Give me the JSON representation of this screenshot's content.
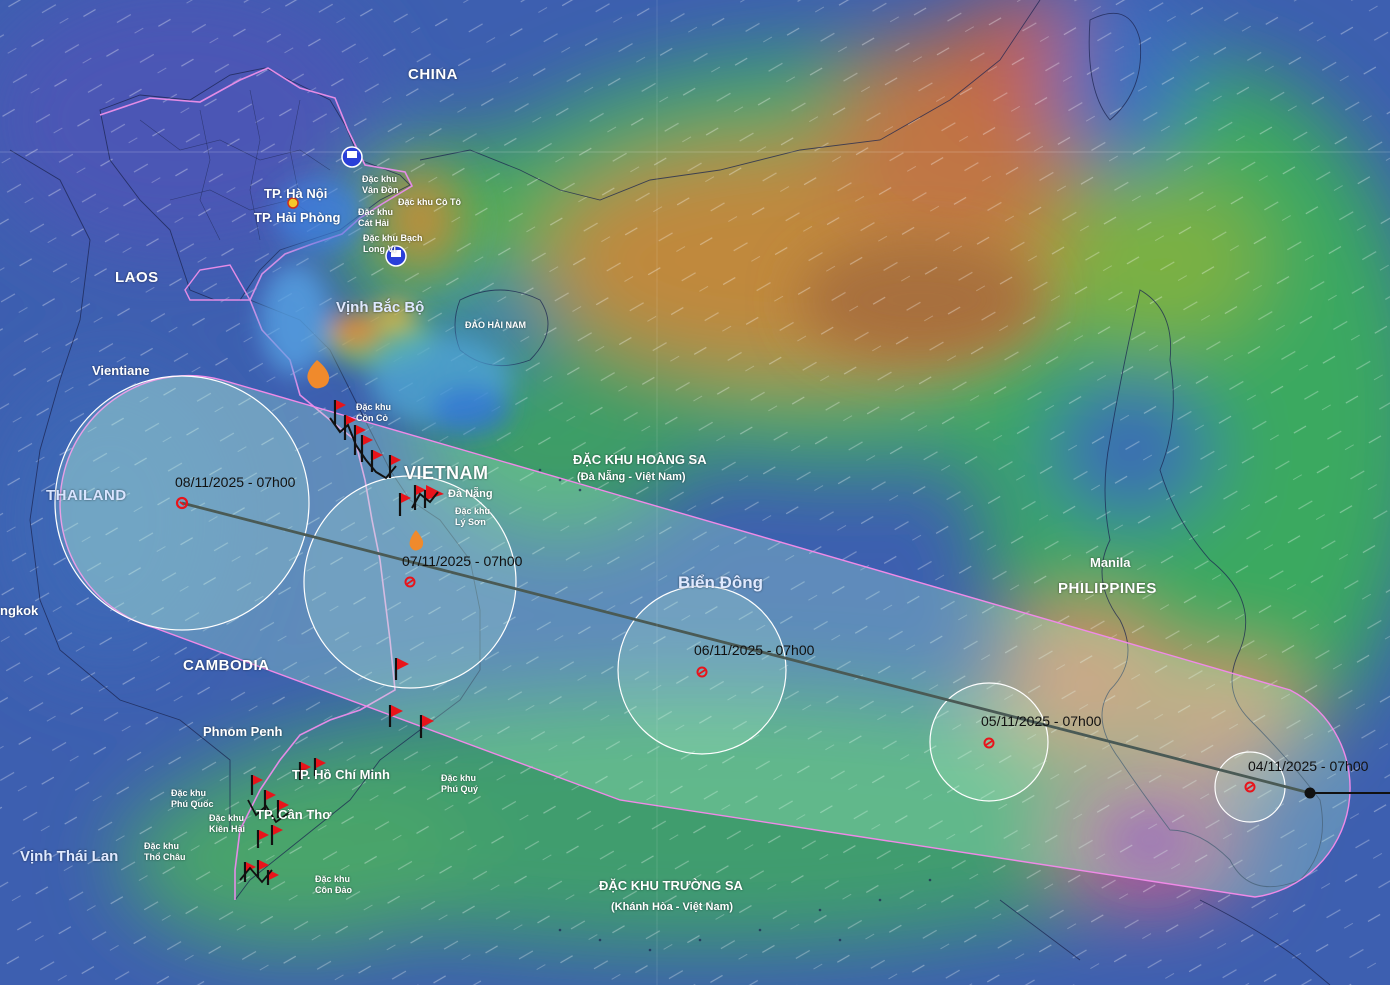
{
  "labels": {
    "china": "CHINA",
    "laos": "LAOS",
    "thailand": "THAILAND",
    "cambodia": "CAMBODIA",
    "vietnam": "VIETNAM",
    "philippines": "PHILIPPINES",
    "vientiane": "Vientiane",
    "bangkok": "ngkok",
    "phnom_penh": "Phnom Penh",
    "manila": "Manila",
    "ha_noi": "TP. Hà Nội",
    "hai_phong": "TP. Hải Phòng",
    "ho_chi_minh": "TP. Hồ Chí Minh",
    "can_tho": "TP. Cần Thơ",
    "da_nang": "Đà Nẵng",
    "vinh_bac_bo": "Vịnh Bắc Bộ",
    "vinh_thai_lan": "Vịnh Thái Lan",
    "bien_dong": "Biển Đông",
    "dao_hai_nam": "ĐẢO HẢI NAM",
    "hoang_sa": "ĐẶC KHU HOÀNG SA",
    "hoang_sa_sub": "(Đà Nẵng - Việt Nam)",
    "truong_sa": "ĐẶC KHU TRƯỜNG SA",
    "truong_sa_sub": "(Khánh Hòa - Việt Nam)",
    "van_don": "Đặc khu\nVân Đồn",
    "co_to": "Đặc khu Cô Tô",
    "cat_hai": "Đặc khu\nCát Hải",
    "bach_long_vi": "Đặc khu Bạch\nLong Vĩ",
    "con_co": "Đặc khu\nCồn Cỏ",
    "ly_son": "Đặc khu\nLý Sơn",
    "phu_quy": "Đặc khu\nPhú Quý",
    "phu_quoc": "Đặc khu\nPhú Quốc",
    "kien_hai": "Đặc khu\nKiên Hải",
    "tho_chau": "Đặc khu\nThổ Châu",
    "con_dao": "Đặc khu\nCôn Đảo"
  },
  "track": {
    "points": [
      {
        "label": "04/11/2025 - 07h00"
      },
      {
        "label": "05/11/2025 - 07h00"
      },
      {
        "label": "06/11/2025 - 07h00"
      },
      {
        "label": "07/11/2025 - 07h00"
      },
      {
        "label": "08/11/2025 - 07h00"
      }
    ]
  },
  "colors": {
    "track_line": "#4a5a55",
    "uncertainty_fill": "#a8ffd0",
    "uncertainty_edge": "#f08ae8",
    "storm_marker": "#e8141b",
    "wind_strong": "#e07a3a",
    "sea_calm": "#3a5cae"
  }
}
